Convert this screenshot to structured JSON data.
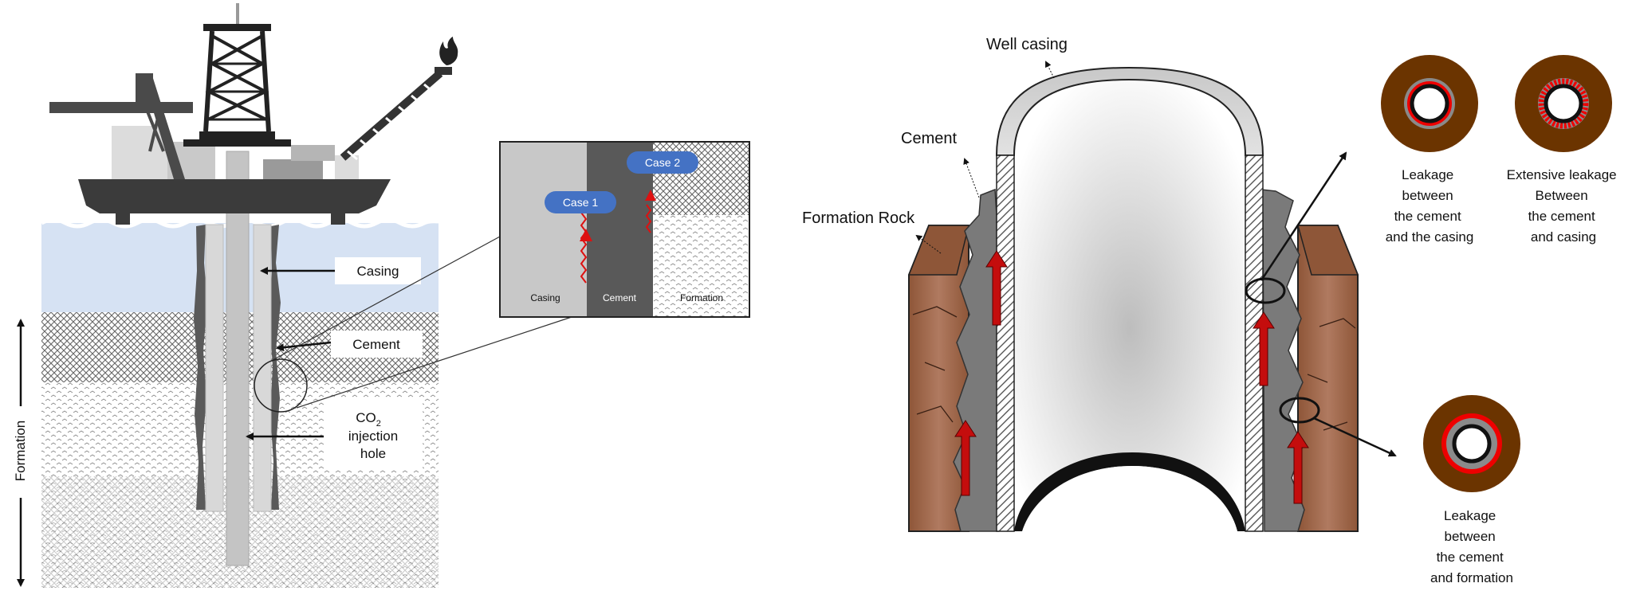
{
  "left_figure": {
    "labels": {
      "casing": "Casing",
      "cement": "Cement",
      "co2": "CO",
      "co2_sub": "2",
      "injection": "injection",
      "hole": "hole",
      "formation_axis": "Formation"
    },
    "inset": {
      "case1": "Case 1",
      "case2": "Case 2",
      "casing": "Casing",
      "cement": "Cement",
      "formation": "Formation"
    }
  },
  "right_figure": {
    "labels": {
      "well_casing": "Well casing",
      "cement": "Cement",
      "formation_rock": "Formation Rock"
    },
    "leakage_types": [
      {
        "lines": [
          "Leakage",
          "between",
          "the cement",
          "and the casing"
        ]
      },
      {
        "lines": [
          "Extensive leakage",
          "Between",
          "the cement",
          "and casing"
        ]
      },
      {
        "lines": [
          "Leakage",
          "between",
          "the cement",
          "and formation"
        ]
      }
    ]
  },
  "colors": {
    "water": "#d6e2f3",
    "leak_red": "#c40d0d",
    "rock_brown": "#a86e52",
    "disk_brown": "#6b3400",
    "case_badge": "#4472c4",
    "cement_gray": "#7a7a7a"
  }
}
